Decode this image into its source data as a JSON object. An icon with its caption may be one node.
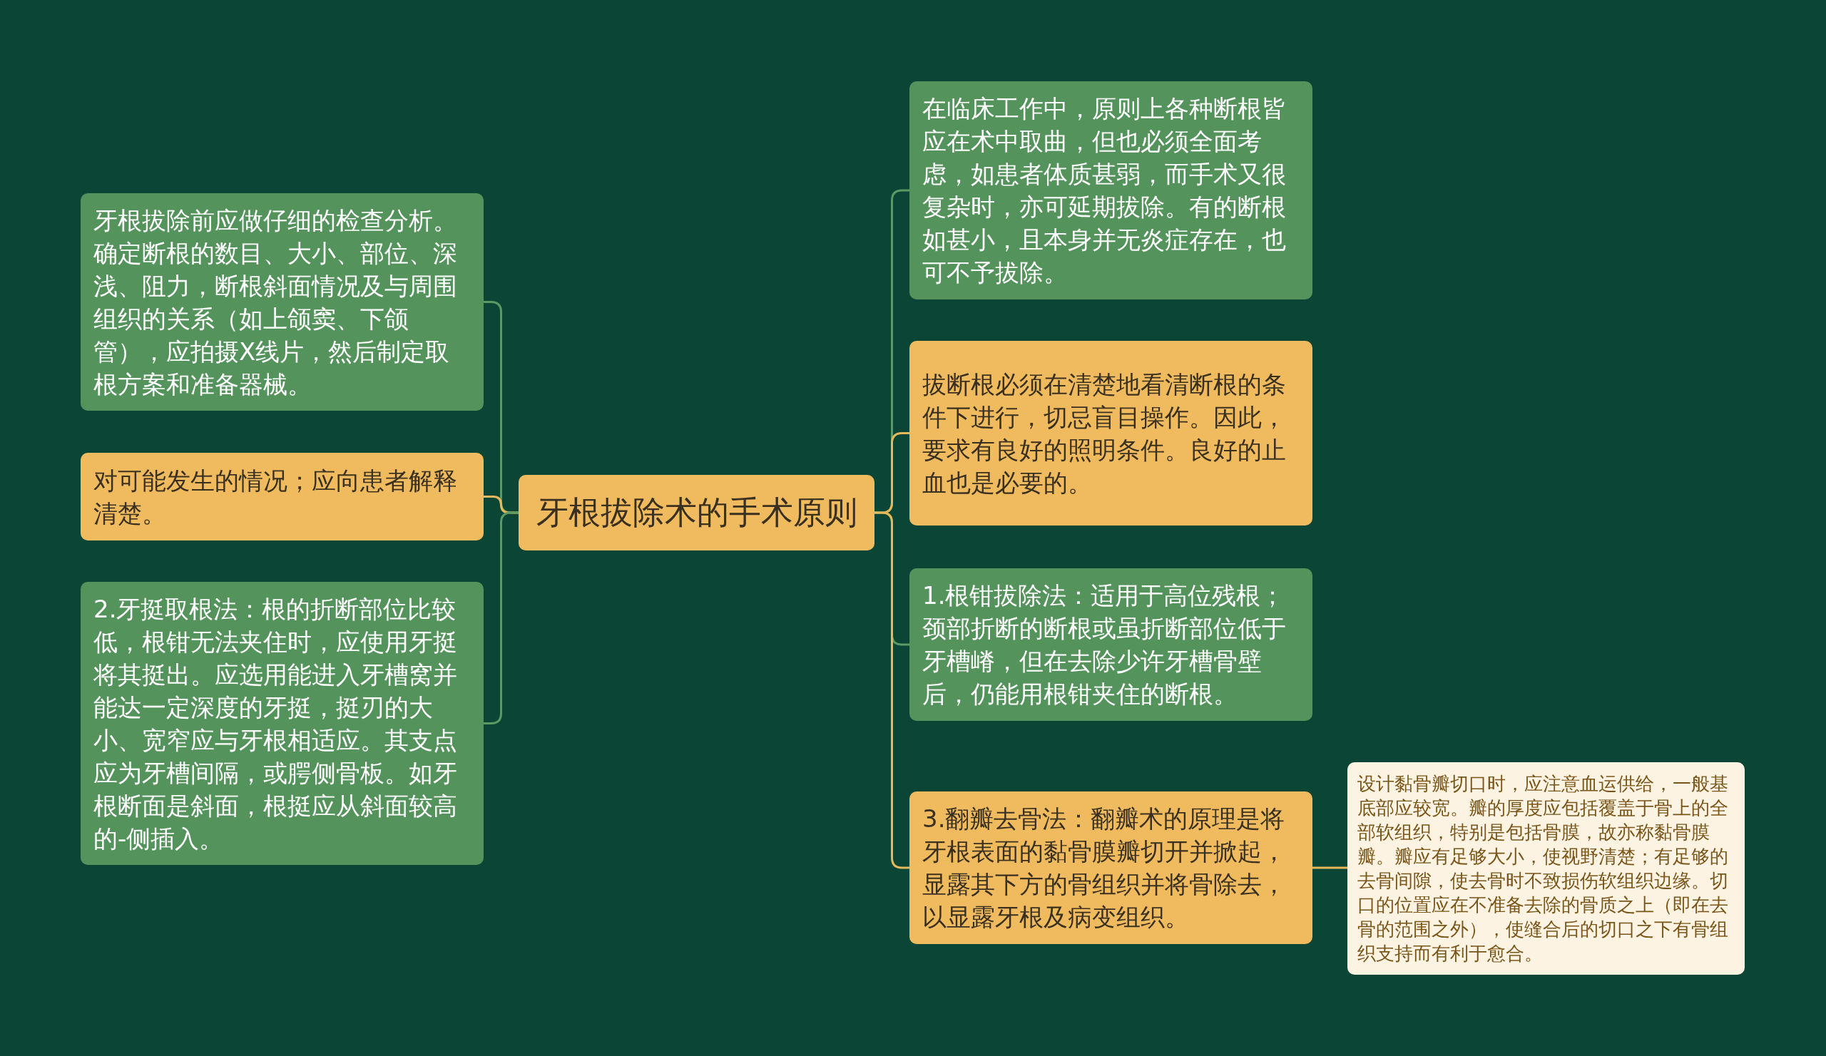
{
  "diagram": {
    "nodes": [
      {
        "text": [
          "牙根拔除术的手术原则"
        ]
      },
      {
        "text": [
          "牙根拔除前应做仔细的检查分析。确定断根的数目、大小、部位、深浅、阻力，断根斜面情况及与周围组织的关系（如上颌窦、下颌管），应拍摄X线片，然后制定取根方案和准备器械。"
        ]
      },
      {
        "text": [
          "对可能发生的情况；应向患者解释清楚。"
        ]
      },
      {
        "text": [
          "2.牙挺取根法：根的折断部位比较低，根钳无法夹住时，应使用牙挺将其挺出。应选用能进入牙槽窝并能达一定深度的牙挺，挺刃的大小、宽窄应与牙根相适应。其支点应为牙槽间隔，或腭侧骨板。如牙根断面是斜面，根挺应从斜面较高的-侧插入。"
        ]
      },
      {
        "text": [
          "在临床工作中，原则上各种断根皆应在术中取曲，但也必须全面考虑，如患者体质甚弱，而手术又很复杂时，亦可延期拔除。有的断根如甚小，且本身并无炎症存在，也可不予拔除。"
        ]
      },
      {
        "text": [
          "拔断根必须在清楚地看清断根的条件下进行，切忌盲目操作。因此，要求有良好的照明条件。良好的止血也是必要的。"
        ]
      },
      {
        "text": [
          "1.根钳拔除法：适用于高位残根；颈部折断的断根或虽折断部位低于牙槽嵴，但在去除少许牙槽骨壁后，仍能用根钳夹住的断根。"
        ]
      },
      {
        "text": [
          "3.翻瓣去骨法：翻瓣术的原理是将牙根表面的黏骨膜瓣切开并掀起，显露其下方的骨组织并将骨除去，以显露牙根及病变组织。"
        ]
      },
      {
        "text": [
          "设计黏骨瓣切口时，应注意血运供给，一般基底部应较宽。瓣的厚度应包括覆盖于骨上的全部软组织，特别是包括骨膜，故亦称黏骨膜瓣。瓣应有足够大小，使视野清楚；有足够的去骨间隙，使去骨时不致损伤软组织边缘。切口的位置应在不准备去除的骨质之上（即在去骨的范围之外），使缝合后的切口之下有骨组织支持而有利于愈合。"
        ]
      }
    ],
    "edges": [
      {
        "from": 0,
        "to": 1,
        "arrow": "none",
        "color": "#5a9a63"
      },
      {
        "from": 0,
        "to": 2,
        "arrow": "none",
        "color": "#e8b85a"
      },
      {
        "from": 0,
        "to": 3,
        "arrow": "none",
        "color": "#5a9a63"
      },
      {
        "from": 0,
        "to": 4,
        "arrow": "none",
        "color": "#5a9a63"
      },
      {
        "from": 0,
        "to": 5,
        "arrow": "none",
        "color": "#e8b85a"
      },
      {
        "from": 0,
        "to": 6,
        "arrow": "none",
        "color": "#5a9a63"
      },
      {
        "from": 0,
        "to": 7,
        "arrow": "none",
        "color": "#e8b85a"
      },
      {
        "from": 7,
        "to": 8,
        "arrow": "none",
        "color": "#e8b85a"
      }
    ]
  }
}
